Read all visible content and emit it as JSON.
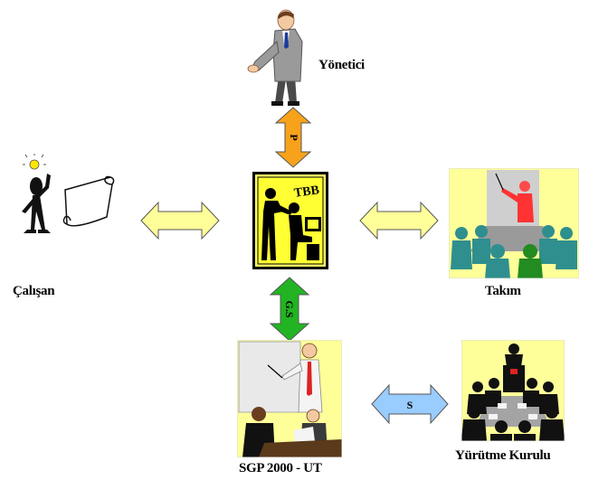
{
  "nodes": {
    "manager": {
      "label": "Yönetici"
    },
    "employee": {
      "label": "Çalışan"
    },
    "center": {
      "logo_text": "TBB"
    },
    "team": {
      "label": "Takım"
    },
    "sgp": {
      "label": "SGP 2000 - UT"
    },
    "committee": {
      "label": "Yürütme Kurulu"
    }
  },
  "arrows": {
    "manager_center": {
      "label": "P",
      "color": "#f7a21b"
    },
    "employee_center": {
      "label": "",
      "color": "#ffff99"
    },
    "team_center": {
      "label": "",
      "color": "#ffff99"
    },
    "center_sgp": {
      "label": "G.S",
      "color": "#22b422"
    },
    "sgp_committee": {
      "label": "S",
      "color": "#99ccff"
    }
  }
}
